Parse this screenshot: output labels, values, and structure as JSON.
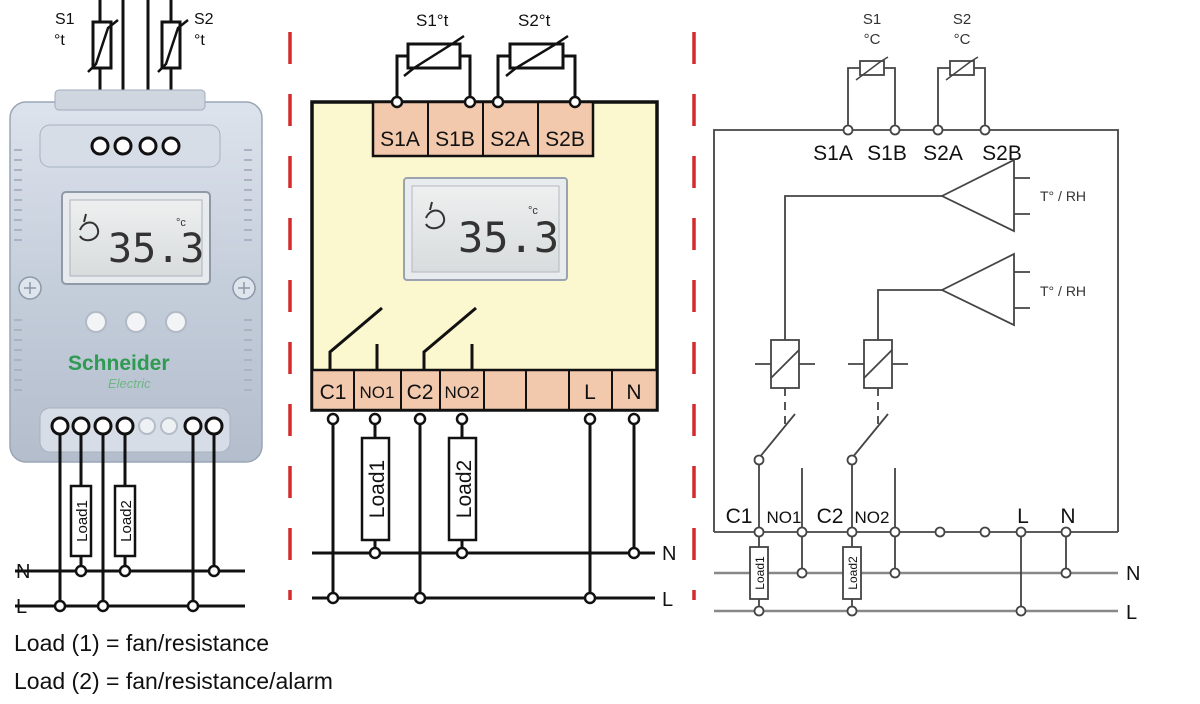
{
  "panel1": {
    "sensor1": [
      "S1",
      "°t"
    ],
    "sensor2": [
      "S2",
      "°t"
    ],
    "display_value": "35.3",
    "display_unit": "°c",
    "brand_name": "Schneider",
    "brand_sub": "Electric",
    "loads": [
      "Load1",
      "Load2"
    ],
    "lines": [
      "N",
      "L"
    ]
  },
  "panel2": {
    "sensor_labels": [
      "S1°t",
      "S2°t"
    ],
    "top_terminals": [
      "S1A",
      "S1B",
      "S2A",
      "S2B"
    ],
    "display_value": "35.3",
    "display_unit": "°c",
    "bottom_terminals": [
      "C1",
      "NO1",
      "C2",
      "NO2",
      "",
      "",
      "L",
      "N"
    ],
    "loads": [
      "Load1",
      "Load2"
    ],
    "lines": [
      "N",
      "L"
    ]
  },
  "panel3": {
    "sensor1": [
      "S1",
      "°C"
    ],
    "sensor2": [
      "S2",
      "°C"
    ],
    "top_terminals": [
      "S1A",
      "S1B",
      "S2A",
      "S2B"
    ],
    "amplifier_labels": [
      "T° / RH",
      "T° / RH"
    ],
    "bottom_terminals": [
      "C1",
      "NO1",
      "C2",
      "NO2",
      "L",
      "N"
    ],
    "loads": [
      "Load1",
      "Load2"
    ],
    "lines": [
      "N",
      "L"
    ]
  },
  "legend": [
    "Load (1) = fan/resistance",
    "Load (2) = fan/resistance/alarm"
  ],
  "colors": {
    "divider": "#d42a2a",
    "terminal_fill": "#f3c9ae",
    "housing_fill": "#fbf7cf",
    "device_body": "#c9d1dd",
    "brand_green": "#2e9a52"
  }
}
